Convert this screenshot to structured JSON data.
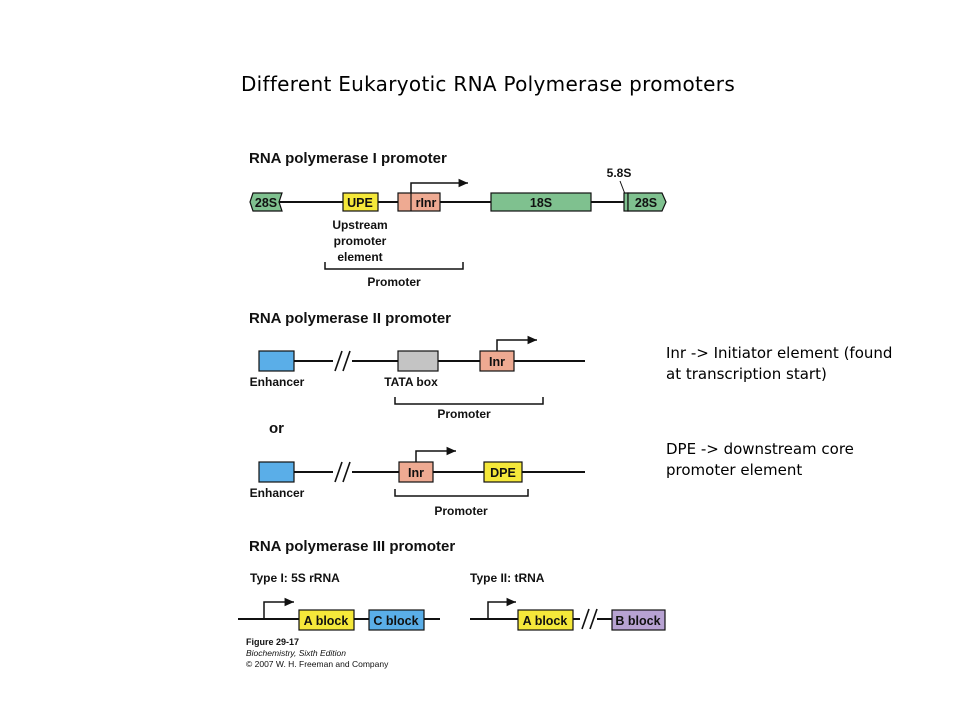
{
  "title": "Different Eukaryotic RNA Polymerase promoters",
  "notes": {
    "inr": "Inr -> Initiator element (found at transcription start)",
    "dpe": "DPE -> downstream core promoter element"
  },
  "pol1": {
    "heading": "RNA polymerase I promoter",
    "rrna_28s_left": "28S",
    "upe": "UPE",
    "rinr": "rInr",
    "rrna_18s": "18S",
    "rrna_58s": "5.8S",
    "rrna_28s_right": "28S",
    "upe_label_1": "Upstream",
    "upe_label_2": "promoter",
    "upe_label_3": "element",
    "promoter": "Promoter"
  },
  "pol2": {
    "heading": "RNA polymerase II promoter",
    "enhancer_1": "Enhancer",
    "tata_label": "TATA box",
    "inr_1": "Inr",
    "promoter_1": "Promoter",
    "or": "or",
    "enhancer_2": "Enhancer",
    "inr_2": "Inr",
    "dpe": "DPE",
    "promoter_2": "Promoter"
  },
  "pol3": {
    "heading": "RNA polymerase III promoter",
    "type1": "Type I: 5S rRNA",
    "type1_ablock": "A block",
    "type1_cblock": "C block",
    "type2": "Type II: tRNA",
    "type2_ablock": "A block",
    "type2_bblock": "B block"
  },
  "caption": {
    "figure": "Figure 29-17",
    "book": "Biochemistry, Sixth Edition",
    "copyright": "© 2007 W. H. Freeman and Company"
  },
  "colors": {
    "rrna_green": "#7fc18f",
    "upe_yellow": "#f5e83a",
    "inr_salmon": "#eeaa92",
    "enhancer_blue": "#5aaee8",
    "tata_gray": "#c4c4c4",
    "bblock_purple": "#b7a2d2"
  }
}
